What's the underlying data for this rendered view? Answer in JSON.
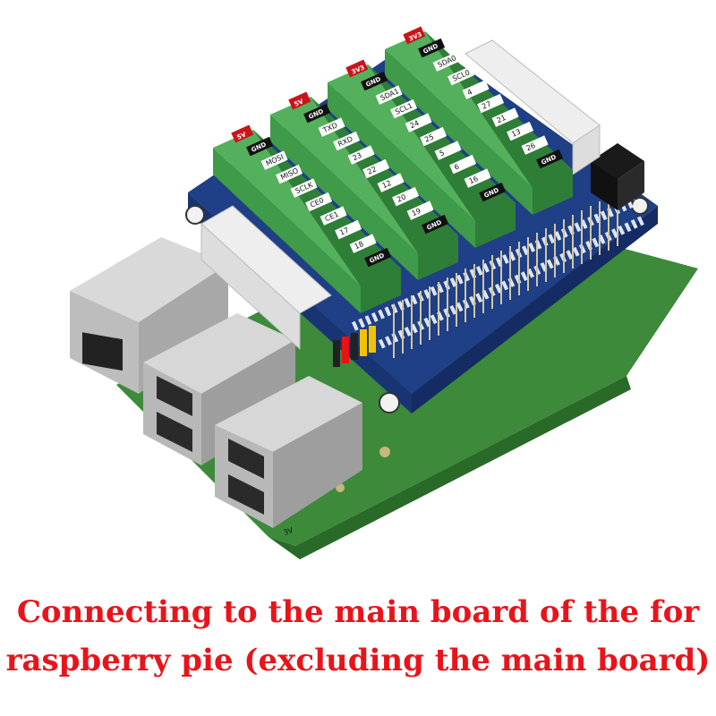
{
  "caption": {
    "line1": "Connecting to the main board of the for",
    "line2": "raspberry pie (excluding the main board)"
  },
  "terminal_blocks": [
    {
      "top": "5V",
      "labels": [
        "GND",
        "MOSI",
        "MISO",
        "SCLK",
        "CE0",
        "CE1",
        "17",
        "18",
        "GND"
      ]
    },
    {
      "top": "5V",
      "labels": [
        "GND",
        "TXD",
        "RXD",
        "23",
        "22",
        "12",
        "20",
        "19",
        "GND"
      ]
    },
    {
      "top": "3V3",
      "labels": [
        "GND",
        "SDA1",
        "SCL1",
        "24",
        "25",
        "5",
        "6",
        "16",
        "GND"
      ]
    },
    {
      "top": "3V3",
      "labels": [
        "GND",
        "SDA0",
        "SCL0",
        "4",
        "27",
        "21",
        "13",
        "26",
        "GND"
      ]
    }
  ],
  "colors": {
    "caption": "#e8141b",
    "hat_board": "#1f3f86",
    "main_board": "#3c8a3a",
    "terminal": "#3f9a49"
  }
}
